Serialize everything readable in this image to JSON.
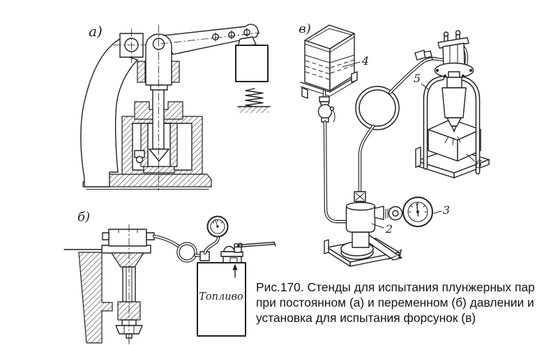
{
  "page": {
    "background": "#ffffff",
    "ink_color": "#1f1f1f"
  },
  "figure": {
    "caption": {
      "line1": "Рис.170. Стенды для испытания плунжерных пар",
      "line2": "при постоянном (а) и переменном (б) давлении и",
      "line3": "установка для испытания форсунок (в)"
    },
    "view_labels": {
      "a": "а)",
      "b": "б)",
      "v": "в)"
    },
    "part_numbers": {
      "n1": "1",
      "n2": "2",
      "n3": "3",
      "n4": "4",
      "n5": "5",
      "n6": "6"
    },
    "text_on_equipment": {
      "fuel_tank": "Топливо"
    }
  }
}
